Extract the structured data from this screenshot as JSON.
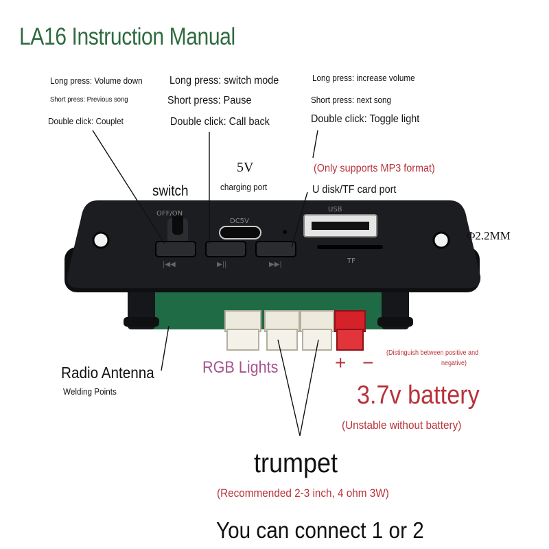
{
  "title": "LA16 Instruction Manual",
  "left_button": {
    "line1": "Long press: Volume down",
    "line2": "Short press: Previous song",
    "line3": "Double click: Couplet"
  },
  "middle_button": {
    "line1": "Long press: switch mode",
    "line2": "Short press: Pause",
    "line3": "Double click: Call back"
  },
  "right_button": {
    "line1": "Long press: increase volume",
    "line2": "Short press: next song",
    "line3": "Double click: Toggle light"
  },
  "switch_label": "switch",
  "charging": {
    "voltage": "5V",
    "label": "charging port"
  },
  "usb": {
    "format_note": "(Only supports MP3 format)",
    "label": "U disk/TF card port"
  },
  "hole_diameter": "Φ2.2MM",
  "panel_print": {
    "off_on": "OFF/ON",
    "dc5v": "DC5V",
    "usb": "USB",
    "tf": "TF"
  },
  "antenna": {
    "line1": "Radio Antenna",
    "line2": "Welding Points"
  },
  "rgb_label": "RGB Lights",
  "polarity": {
    "symbols": "+ −",
    "note_line1": "(Distinguish between positive and",
    "note_line2": "negative)"
  },
  "battery": {
    "label": "3.7v battery",
    "note": "(Unstable without battery)"
  },
  "speaker": {
    "label": "trumpet",
    "note": "(Recommended 2-3 inch, 4 ohm 3W)",
    "connect": "You can connect 1 or 2"
  },
  "colors": {
    "title_green": "#2e6b3f",
    "accent_red": "#b8323a",
    "rgb_pink": "#a5538f",
    "panel_black": "#1b1d20",
    "pcb_green": "#1f6b45",
    "connector_white": "#ece9dd",
    "connector_red": "#d5222a"
  }
}
